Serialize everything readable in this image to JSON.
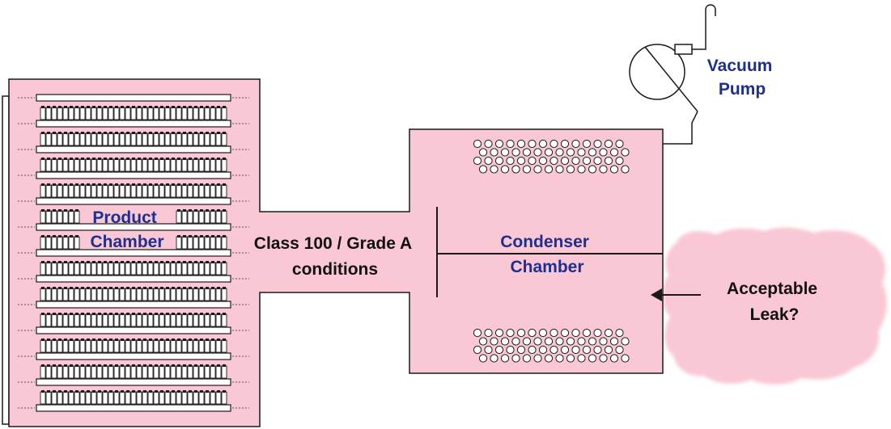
{
  "colors": {
    "chamber_fill": "#f9c8d4",
    "outline": "#1a1a1a",
    "label_blue": "#1f2f8f",
    "cloud_fill": "#f9c8d4"
  },
  "labels": {
    "vacuum_pump": [
      "Vacuum",
      "Pump"
    ],
    "product_chamber": [
      "Product",
      "Chamber"
    ],
    "passage": [
      "Class 100 / Grade A",
      "conditions"
    ],
    "condenser_chamber": [
      "Condenser",
      "Chamber"
    ],
    "leak": [
      "Acceptable",
      "Leak?"
    ]
  },
  "icons": {
    "pump": "vacuum-pump-icon",
    "leak_arrow": "arrow-left-icon",
    "cloud": "leak-cloud-icon"
  }
}
